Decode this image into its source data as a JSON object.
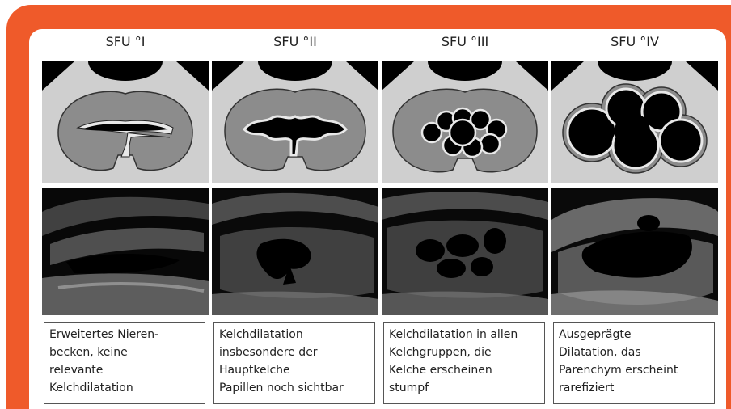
{
  "colors": {
    "frame": "#ef5a2a",
    "card": "#ffffff",
    "schematic_outer": "#cfcfcf",
    "schematic_kidney": "#8c8c8c",
    "schematic_black": "#000000"
  },
  "grades": [
    {
      "title": "SFU °I",
      "lines": [
        "Erweitertes Nieren-",
        "becken, keine",
        "relevante",
        "Kelchdilatation"
      ]
    },
    {
      "title": "SFU °II",
      "lines": [
        "Kelchdilatation",
        "insbesondere der",
        "Hauptkelche",
        "Papillen noch sichtbar"
      ]
    },
    {
      "title": "SFU °III",
      "lines": [
        "Kelchdilatation in allen",
        "Kelchgruppen, die",
        "Kelche erscheinen",
        "stumpf"
      ]
    },
    {
      "title": "SFU °IV",
      "lines": [
        "Ausgeprägte",
        "Dilatation, das",
        "Parenchym erscheint",
        "rarefiziert"
      ]
    }
  ]
}
